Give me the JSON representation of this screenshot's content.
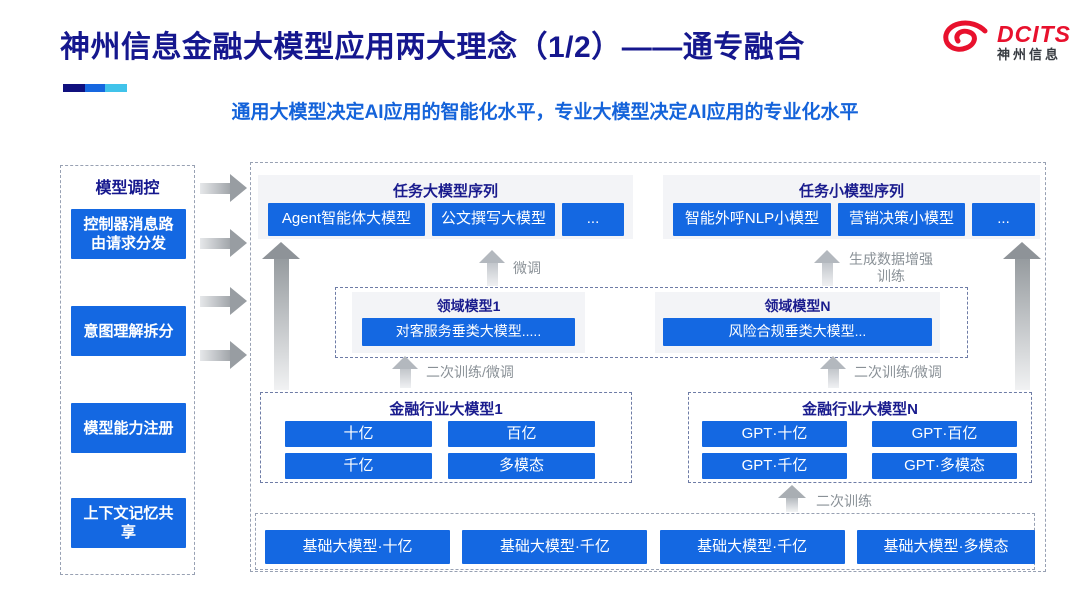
{
  "header": {
    "title": "神州信息金融大模型应用两大理念（1/2）——通专融合",
    "subtitle": "通用大模型决定AI应用的智能化水平，专业大模型决定AI应用的专业化水平",
    "logo": {
      "brand": "DCITS",
      "brand_cn": "神州信息"
    },
    "accent_colors": [
      "#10107e",
      "#1667e0",
      "#41c3ea"
    ]
  },
  "sidebar": {
    "title": "模型调控",
    "items": [
      {
        "label": "控制器消息路由请求分发"
      },
      {
        "label": "意图理解拆分"
      },
      {
        "label": "模型能力注册"
      },
      {
        "label": "上下文记忆共享"
      }
    ]
  },
  "main": {
    "task_large": {
      "title": "任务大模型序列",
      "items": [
        {
          "label": "Agent智能体大模型"
        },
        {
          "label": "公文撰写大模型"
        },
        {
          "label": "..."
        }
      ]
    },
    "task_small": {
      "title": "任务小模型序列",
      "items": [
        {
          "label": "智能外呼NLP小模型"
        },
        {
          "label": "营销决策小模型"
        },
        {
          "label": "..."
        }
      ]
    },
    "domain": {
      "model1": {
        "title": "领域模型1",
        "item": "对客服务垂类大模型....."
      },
      "modelN": {
        "title": "领域模型N",
        "item": "风险合规垂类大模型..."
      }
    },
    "industry1": {
      "title": "金融行业大模型1",
      "items": [
        {
          "label": "十亿"
        },
        {
          "label": "百亿"
        },
        {
          "label": "千亿"
        },
        {
          "label": "多模态"
        }
      ]
    },
    "industryN": {
      "title": "金融行业大模型N",
      "items": [
        {
          "label": "GPT·十亿"
        },
        {
          "label": "GPT·百亿"
        },
        {
          "label": "GPT·千亿"
        },
        {
          "label": "GPT·多模态"
        }
      ]
    },
    "base_models": {
      "items": [
        {
          "label": "基础大模型·十亿"
        },
        {
          "label": "基础大模型·千亿"
        },
        {
          "label": "基础大模型·千亿"
        },
        {
          "label": "基础大模型·多模态"
        }
      ]
    },
    "arrow_labels": {
      "fine_tune": "微调",
      "gen_data_training": "生成数据增强训练",
      "retrain_finetune_left": "二次训练/微调",
      "retrain_finetune_right": "二次训练/微调",
      "retrain": "二次训练"
    }
  },
  "colors": {
    "primary_blue": "#1468e2",
    "navy_title": "#15178e",
    "subtitle_blue": "#1463da",
    "panel_gray": "#f3f4f7",
    "label_gray": "#8a9197",
    "brand_red": "#e8112d"
  }
}
